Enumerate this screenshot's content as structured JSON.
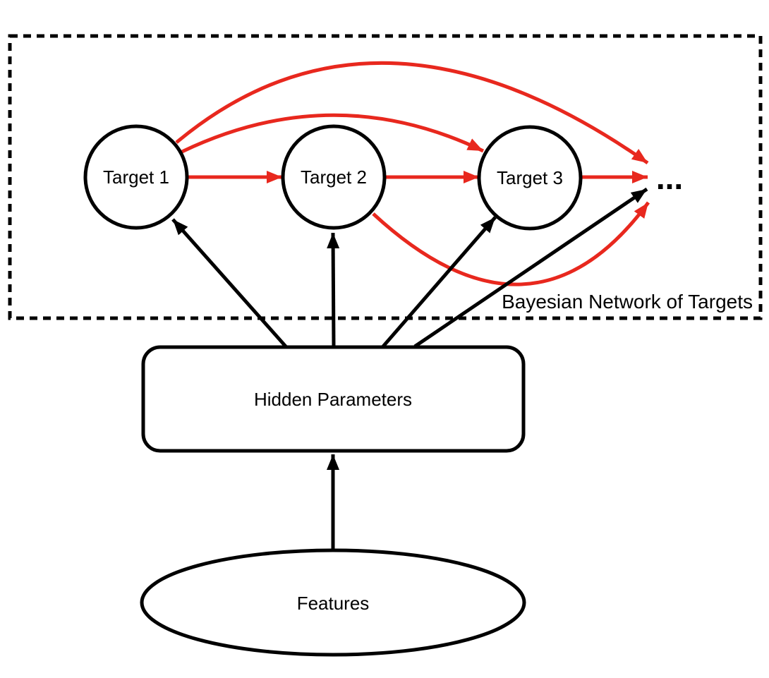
{
  "diagram": {
    "caption": "Bayesian Network of Targets",
    "ellipsis_label": "...",
    "colors": {
      "target_edge_red": "#e8281e",
      "structural_black": "#000000",
      "background": "#ffffff"
    },
    "nodes": {
      "target1": {
        "label": "Target 1",
        "shape": "circle"
      },
      "target2": {
        "label": "Target 2",
        "shape": "circle"
      },
      "target3": {
        "label": "Target 3",
        "shape": "circle"
      },
      "hidden_parameters": {
        "label": "Hidden Parameters",
        "shape": "rounded-rectangle"
      },
      "features": {
        "label": "Features",
        "shape": "ellipse"
      }
    },
    "edges": [
      {
        "from": "target1",
        "to": "target2",
        "color": "red",
        "style": "straight"
      },
      {
        "from": "target2",
        "to": "target3",
        "color": "red",
        "style": "straight"
      },
      {
        "from": "target3",
        "to": "ellipsis",
        "color": "red",
        "style": "straight"
      },
      {
        "from": "target1",
        "to": "target3",
        "color": "red",
        "style": "curved-above"
      },
      {
        "from": "target1",
        "to": "ellipsis",
        "color": "red",
        "style": "curved-above"
      },
      {
        "from": "target2",
        "to": "ellipsis",
        "color": "red",
        "style": "curved-below"
      },
      {
        "from": "hidden_parameters",
        "to": "target1",
        "color": "black",
        "style": "straight"
      },
      {
        "from": "hidden_parameters",
        "to": "target2",
        "color": "black",
        "style": "straight"
      },
      {
        "from": "hidden_parameters",
        "to": "target3",
        "color": "black",
        "style": "straight"
      },
      {
        "from": "hidden_parameters",
        "to": "ellipsis",
        "color": "black",
        "style": "straight"
      },
      {
        "from": "features",
        "to": "hidden_parameters",
        "color": "black",
        "style": "straight"
      }
    ]
  }
}
